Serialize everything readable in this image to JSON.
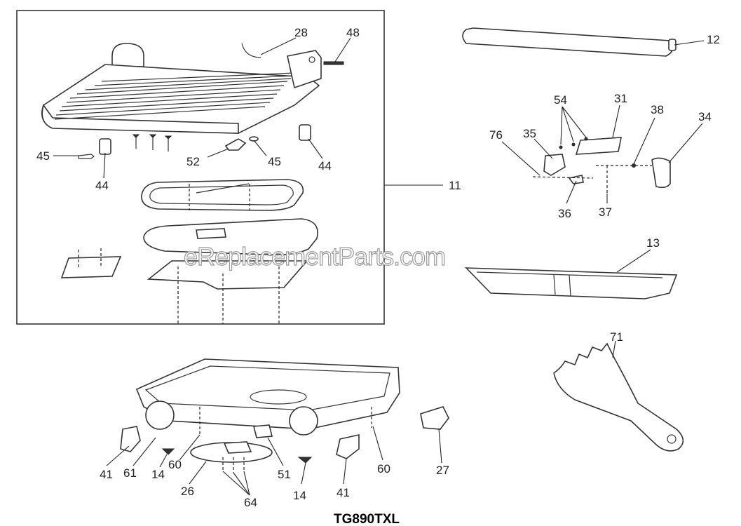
{
  "model": "TG890TXL",
  "watermark": "eReplacementParts.com",
  "parts": [
    {
      "id": "p28",
      "label": "28"
    },
    {
      "id": "p48",
      "label": "48"
    },
    {
      "id": "p12",
      "label": "12"
    },
    {
      "id": "p54",
      "label": "54"
    },
    {
      "id": "p31",
      "label": "31"
    },
    {
      "id": "p38",
      "label": "38"
    },
    {
      "id": "p34",
      "label": "34"
    },
    {
      "id": "p76",
      "label": "76"
    },
    {
      "id": "p35",
      "label": "35"
    },
    {
      "id": "p45a",
      "label": "45"
    },
    {
      "id": "p44a",
      "label": "44"
    },
    {
      "id": "p52",
      "label": "52"
    },
    {
      "id": "p45b",
      "label": "45"
    },
    {
      "id": "p44b",
      "label": "44"
    },
    {
      "id": "p11",
      "label": "11"
    },
    {
      "id": "p36",
      "label": "36"
    },
    {
      "id": "p37",
      "label": "37"
    },
    {
      "id": "p13",
      "label": "13"
    },
    {
      "id": "p71",
      "label": "71"
    },
    {
      "id": "p41a",
      "label": "41"
    },
    {
      "id": "p61",
      "label": "61"
    },
    {
      "id": "p14a",
      "label": "14"
    },
    {
      "id": "p60a",
      "label": "60"
    },
    {
      "id": "p26",
      "label": "26"
    },
    {
      "id": "p64",
      "label": "64"
    },
    {
      "id": "p51",
      "label": "51"
    },
    {
      "id": "p14b",
      "label": "14"
    },
    {
      "id": "p41b",
      "label": "41"
    },
    {
      "id": "p60b",
      "label": "60"
    },
    {
      "id": "p27",
      "label": "27"
    }
  ]
}
